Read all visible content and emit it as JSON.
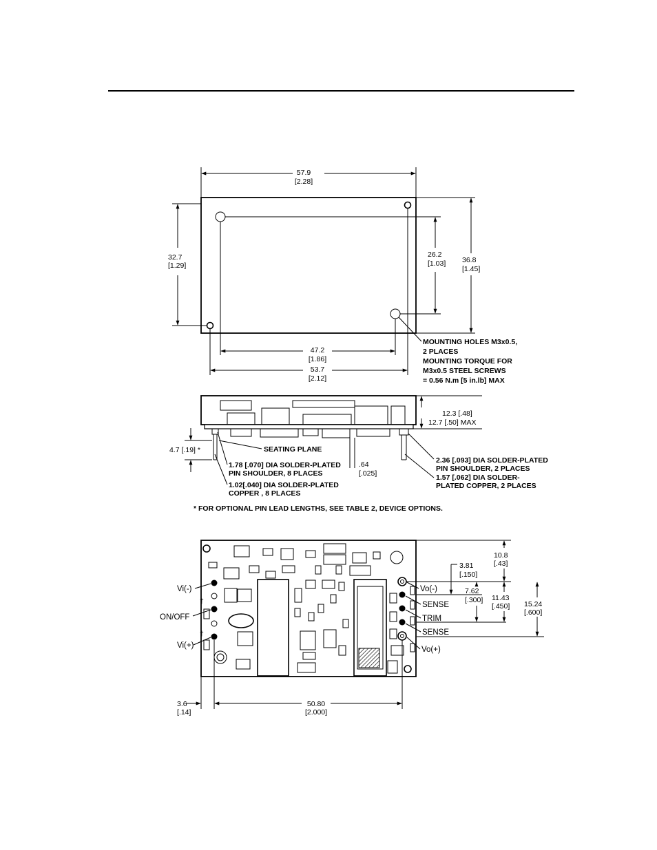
{
  "top_view": {
    "overall_width": [
      "57.9",
      "[2.28]"
    ],
    "overall_height": [
      "36.8",
      "[1.45]"
    ],
    "left_height": [
      "32.7",
      "[1.29]"
    ],
    "hole_spacing_v": [
      "26.2",
      "[1.03]"
    ],
    "hole_spacing_h": [
      "47.2",
      "[1.86]"
    ],
    "hole_outer_width": [
      "53.7",
      "[2.12]"
    ],
    "mounting_note": [
      "MOUNTING  HOLES  M3x0.5,",
      "2  PLACES",
      "MOUNTING  TORQUE  FOR",
      "M3x0.5  STEEL  SCREWS",
      "= 0.56  N.m  [5  in.lb]  MAX"
    ]
  },
  "side_view": {
    "height": [
      "12.3  [.48]",
      "12.7  [.50]  MAX"
    ],
    "pin_length": "4.7 [.19] *",
    "seating_plane": "SEATING PLANE",
    "pin_offset": [
      ".64",
      "[.025]"
    ],
    "note_small_shoulder": [
      "1.78  [.070]  DIA  SOLDER-PLATED",
      "PIN  SHOULDER,  8  PLACES"
    ],
    "note_small_copper": [
      "1.02[.040]  DIA  SOLDER-PLATED",
      "COPPER  ,  8  PLACES"
    ],
    "note_large_shoulder": [
      "2.36  [.093]  DIA  SOLDER-PLATED",
      "PIN  SHOULDER,  2  PLACES"
    ],
    "note_large_copper": [
      "1.57  [.062]  DIA  SOLDER-",
      "PLATED  COPPER,  2  PLACES"
    ],
    "footnote": "* FOR OPTIONAL PIN LEAD LENGTHS, SEE TABLE 2, DEVICE OPTIONS."
  },
  "bottom_view": {
    "pins_left": [
      "Vi(-)",
      "ON/OFF",
      "Vi(+)"
    ],
    "pins_right": [
      "Vo(-)",
      "SENSE",
      "TRIM",
      "SENSE",
      "Vo(+)"
    ],
    "dim_top": [
      "10.8",
      "[.43]"
    ],
    "dim_a": [
      "3.81",
      "[.150]"
    ],
    "dim_b": [
      "7.62",
      "[.300]"
    ],
    "dim_c": [
      "11.43",
      "[.450]"
    ],
    "dim_d": [
      "15.24",
      "[.600]"
    ],
    "dim_edge": [
      "3.6",
      "[.14]"
    ],
    "dim_span": [
      "50.80",
      "[2.000]"
    ],
    "dagger": "†"
  }
}
